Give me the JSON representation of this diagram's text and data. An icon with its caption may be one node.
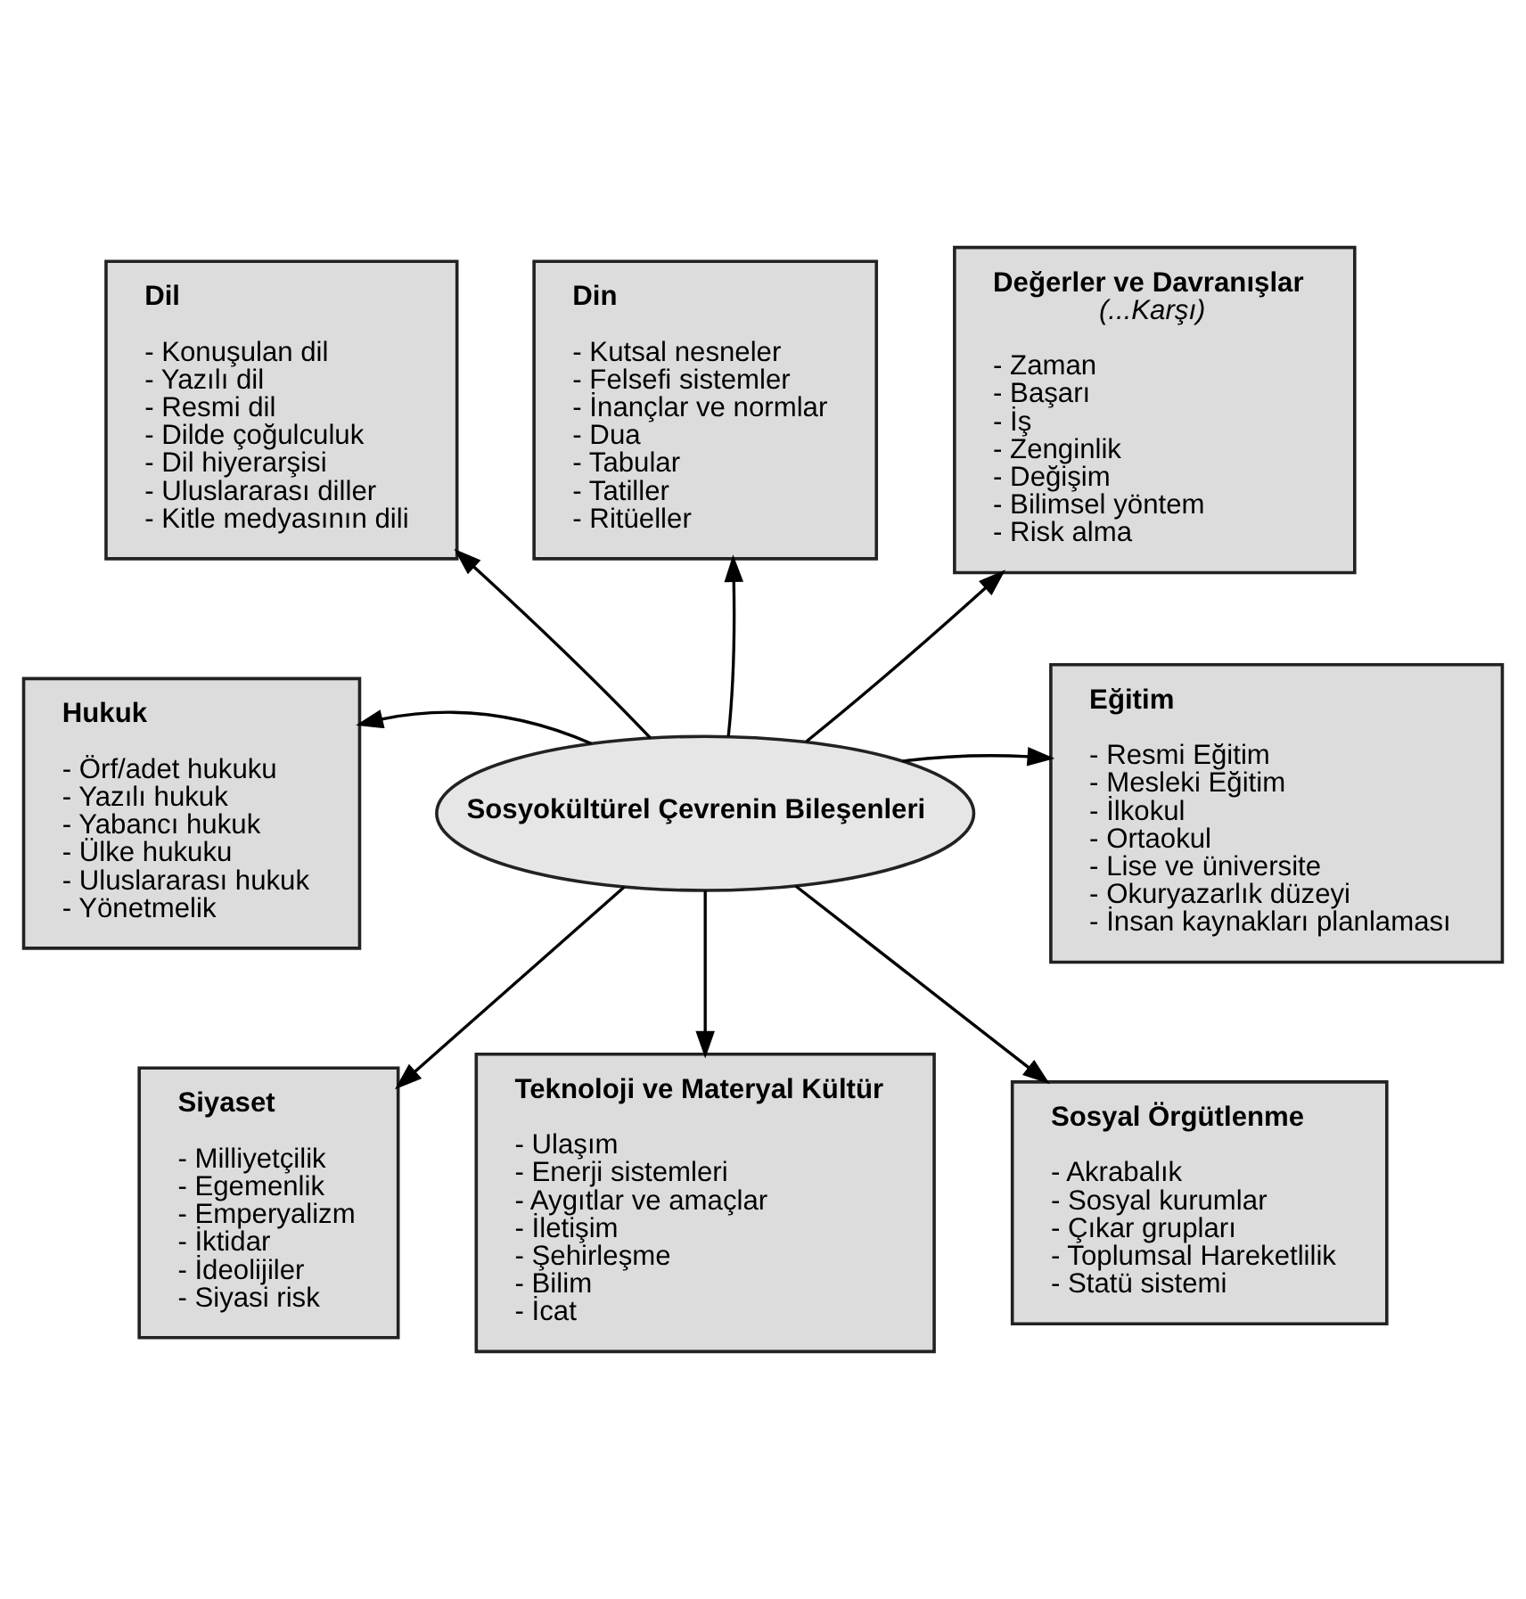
{
  "diagram": {
    "nodes": [
      {
        "text": [
          "Din",
          "- Kutsal nesneler",
          "- Felsefi sistemler",
          "- İnançlar ve normlar",
          "- Dua",
          "- Tabular",
          "- Tatiller",
          "- Ritüeller"
        ]
      },
      {
        "text": [
          "Dil",
          "- Konuşulan dil",
          "- Yazılı dil",
          "- Resmi dil",
          "- Dilde çoğulculuk",
          "- Dil hiyerarşisi",
          "- Uluslararası diller",
          "- Kitle medyasının dili"
        ]
      },
      {
        "text": [
          "Değerler ve Davranışlar",
          "(...Karşı)",
          "- Zaman",
          "- Başarı",
          "- İş",
          "- Zenginlik",
          "- Değişim",
          "- Bilimsel yöntem",
          "- Risk alma"
        ]
      },
      {
        "text": [
          "Hukuk",
          "- Örf/adet hukuku",
          "- Yazılı hukuk",
          "- Yabancı hukuk",
          "- Ülke hukuku",
          "- Uluslararası hukuk",
          "- Yönetmelik"
        ]
      },
      {
        "text": [
          "Sosyokültürel Çevrenin Bileşenleri"
        ]
      },
      {
        "text": [
          "Eğitim",
          "- Resmi Eğitim",
          "- Mesleki Eğitim",
          "- İlkokul",
          "- Ortaokul",
          "- Lise ve üniversite",
          "- Okuryazarlık düzeyi",
          "- İnsan kaynakları planlaması"
        ]
      },
      {
        "text": [
          "Siyaset",
          "- Milliyetçilik",
          "- Egemenlik",
          "- Emperyalizm",
          "- İktidar",
          "- İdeolijiler",
          "- Siyasi risk"
        ]
      },
      {
        "text": [
          "Teknoloji ve Materyal Kültür",
          "- Ulaşım",
          "- Enerji sistemleri",
          "- Aygıtlar ve amaçlar",
          "- İletişim",
          "- Şehirleşme",
          "- Bilim",
          "- İcat"
        ]
      },
      {
        "text": [
          "Sosyal Örgütlenme",
          "- Akrabalık",
          "- Sosyal kurumlar",
          "- Çıkar grupları",
          "- Toplumsal Hareketlilik",
          "- Statü sistemi"
        ]
      }
    ],
    "edges": [
      {
        "from": 4,
        "to": 0,
        "arrow": "to"
      },
      {
        "from": 4,
        "to": 2,
        "arrow": "to"
      },
      {
        "from": 4,
        "to": 5,
        "arrow": "to"
      },
      {
        "from": 4,
        "to": 8,
        "arrow": "to"
      },
      {
        "from": 4,
        "to": 7,
        "arrow": "to"
      },
      {
        "from": 4,
        "to": 6,
        "arrow": "to"
      },
      {
        "from": 4,
        "to": 3,
        "arrow": "to"
      },
      {
        "from": 4,
        "to": 1,
        "arrow": "to"
      }
    ]
  }
}
